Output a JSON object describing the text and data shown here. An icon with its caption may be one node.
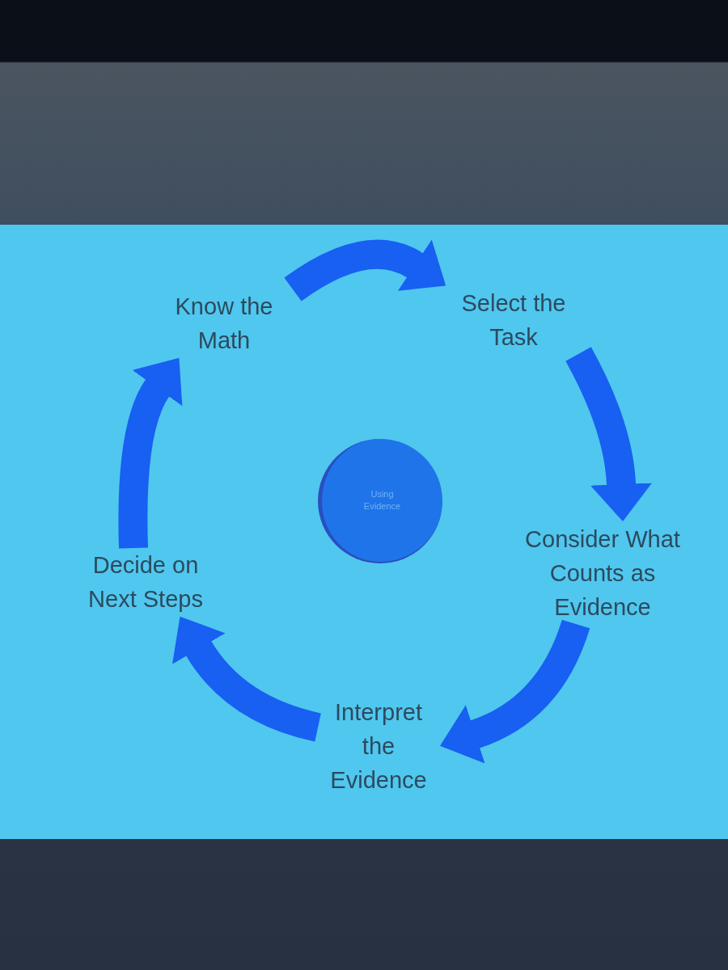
{
  "diagram": {
    "nodes": [
      {
        "text": [
          "Know the Math"
        ]
      },
      {
        "text": [
          "Select the Task"
        ]
      },
      {
        "text": [
          "Consider What Counts as Evidence"
        ]
      },
      {
        "text": [
          "Interpret the Evidence"
        ]
      },
      {
        "text": [
          "Decide on Next Steps"
        ]
      },
      {
        "text": [
          "Using Evidence"
        ]
      }
    ],
    "edges": [
      {
        "from": 0,
        "to": 1,
        "arrow": "to"
      },
      {
        "from": 1,
        "to": 2,
        "arrow": "to"
      },
      {
        "from": 2,
        "to": 3,
        "arrow": "to"
      },
      {
        "from": 3,
        "to": 4,
        "arrow": "to"
      },
      {
        "from": 4,
        "to": 0,
        "arrow": "to"
      }
    ]
  }
}
